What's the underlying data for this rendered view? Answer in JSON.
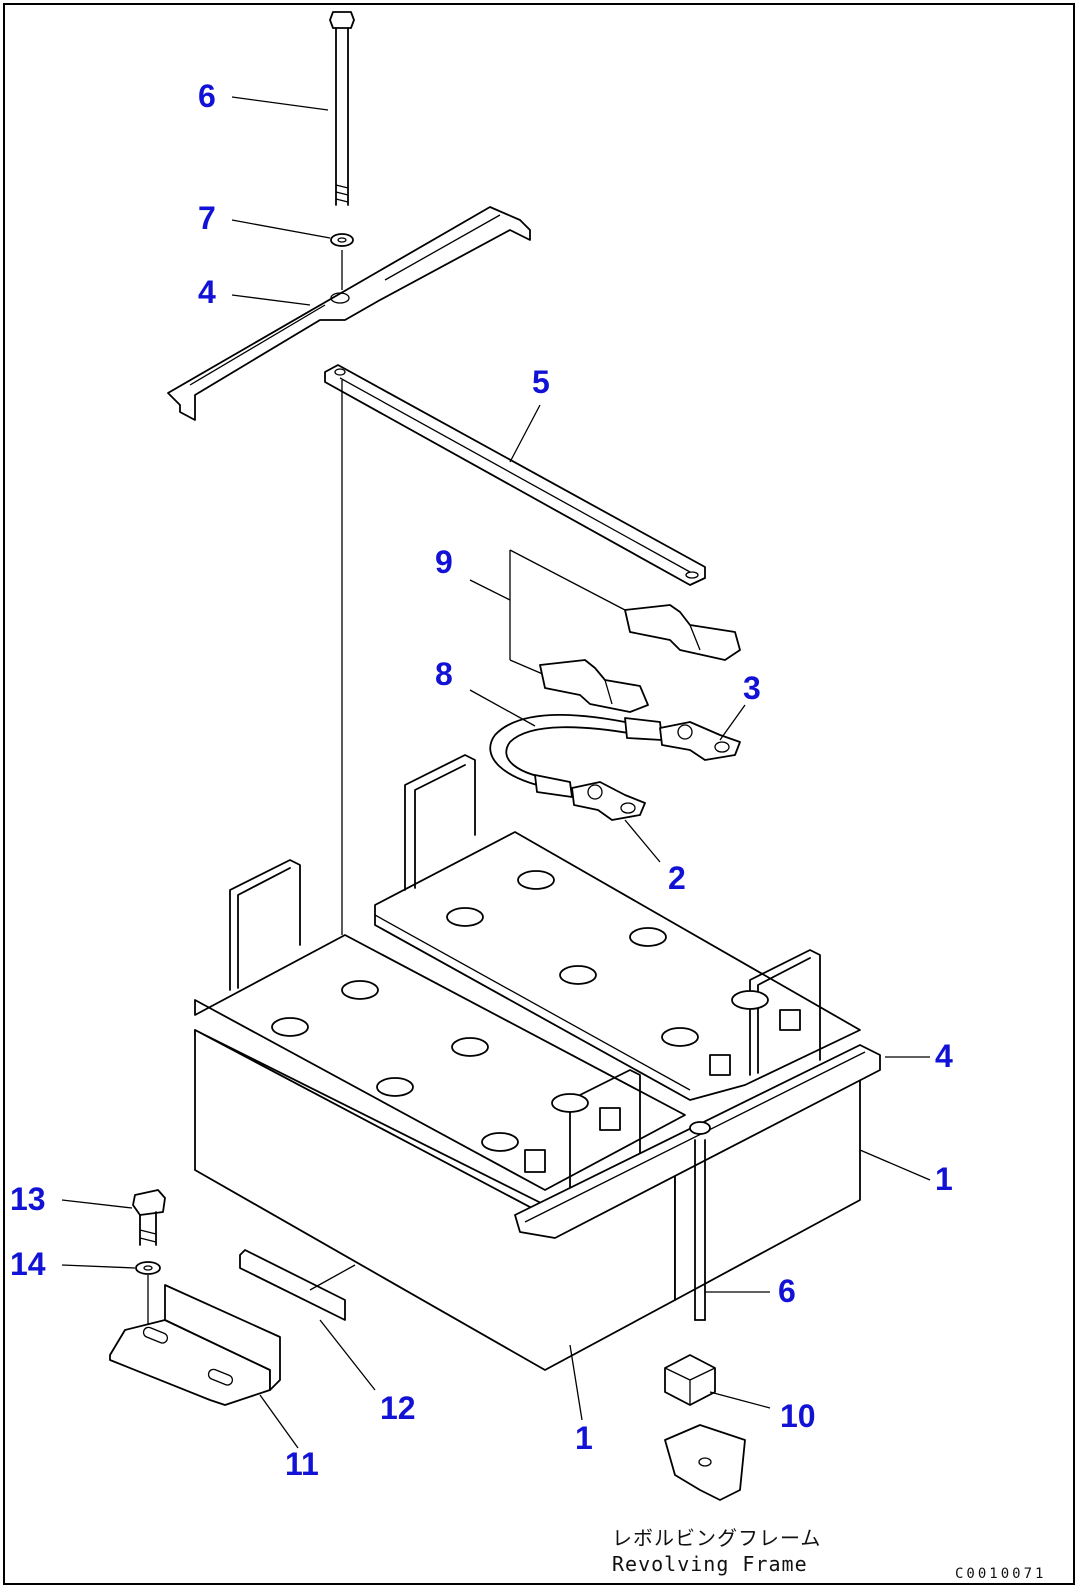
{
  "callouts": {
    "c6_top": "6",
    "c7": "7",
    "c4_top": "4",
    "c5": "5",
    "c9": "9",
    "c8": "8",
    "c3": "3",
    "c2": "2",
    "c4_right": "4",
    "c1_right": "1",
    "c13": "13",
    "c14": "14",
    "c6_bottom": "6",
    "c12": "12",
    "c10": "10",
    "c1_bottom": "1",
    "c11": "11"
  },
  "caption": {
    "japanese": "レボルビングフレーム",
    "english": "Revolving Frame"
  },
  "drawing_code": "C0010071",
  "colors": {
    "callout": "#1212d6",
    "line": "#000000",
    "background": "#ffffff"
  }
}
